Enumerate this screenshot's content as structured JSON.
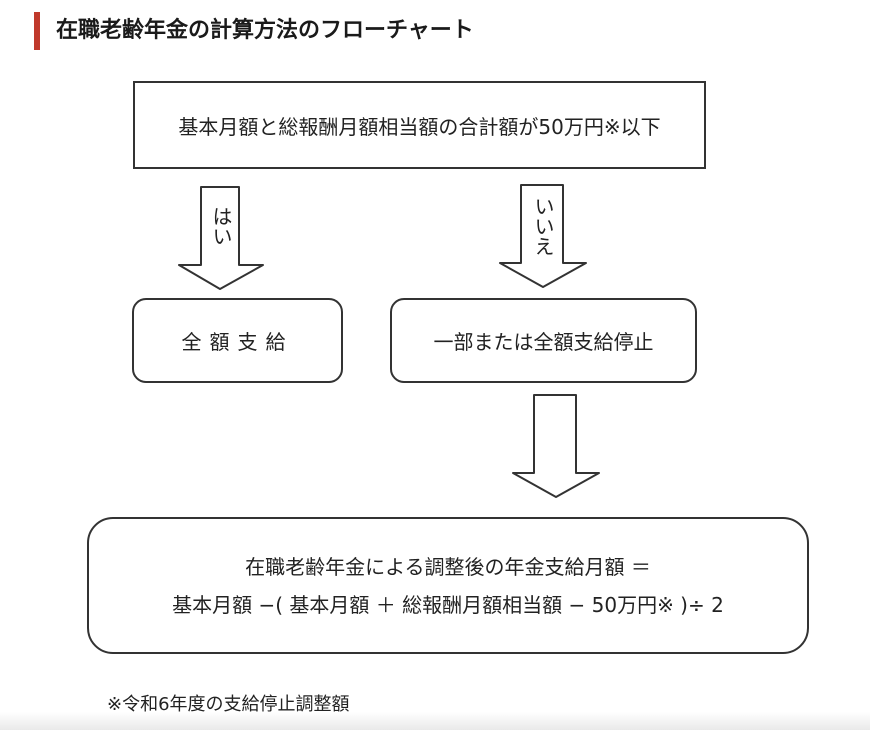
{
  "title": "在職老齢年金の計算方法のフローチャート",
  "condition": "基本月額と総報酬月額相当額の合計額が50万円※以下",
  "branches": {
    "yes": {
      "arrow_label": "はい",
      "result": "全額支給"
    },
    "no": {
      "arrow_label": "いいえ",
      "result": "一部または全額支給停止"
    }
  },
  "formula": {
    "line1": "在職老齢年金による調整後の年金支給月額 ＝",
    "line2": "基本月額 −( 基本月額 ＋ 総報酬月額相当額 − 50万円※ )÷ 2"
  },
  "footnote": "※令和6年度の支給停止調整額",
  "colors": {
    "accent_bar": "#c0392b",
    "border": "#333333",
    "arrow_fill": "#ffffff"
  }
}
